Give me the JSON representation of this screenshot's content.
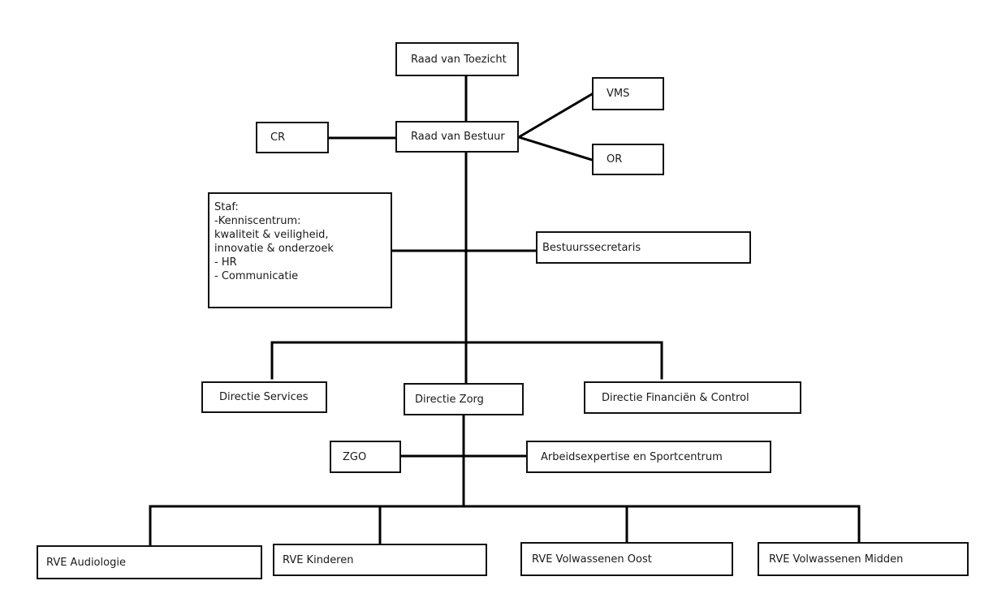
{
  "diagram": {
    "type": "organization-chart",
    "nodes": [
      {
        "id": "rvt",
        "label": "Raad van Toezicht"
      },
      {
        "id": "rvb",
        "label": "Raad van Bestuur"
      },
      {
        "id": "cr",
        "label": "CR"
      },
      {
        "id": "vms",
        "label": "VMS"
      },
      {
        "id": "or",
        "label": "OR"
      },
      {
        "id": "staf",
        "label": "Staf:",
        "lines": [
          "Staf:",
          "-Kenniscentrum:",
          "kwaliteit & veiligheid,",
          "innovatie & onderzoek",
          "- HR",
          "- Communicatie"
        ]
      },
      {
        "id": "bs",
        "label": "Bestuurssecretaris"
      },
      {
        "id": "ds",
        "label": "Directie Services"
      },
      {
        "id": "dz",
        "label": "Directie Zorg"
      },
      {
        "id": "dfc",
        "label": "Directie Financiën & Control"
      },
      {
        "id": "zgo",
        "label": "ZGO"
      },
      {
        "id": "aes",
        "label": "Arbeidsexpertise en Sportcentrum"
      },
      {
        "id": "rve1",
        "label": "RVE Audiologie"
      },
      {
        "id": "rve2",
        "label": "RVE Kinderen"
      },
      {
        "id": "rve3",
        "label": "RVE Volwassenen Oost"
      },
      {
        "id": "rve4",
        "label": "RVE Volwassenen Midden"
      }
    ],
    "edges": [
      {
        "from": "rvt",
        "to": "rvb"
      },
      {
        "from": "rvb",
        "to": "cr"
      },
      {
        "from": "rvb",
        "to": "vms"
      },
      {
        "from": "rvb",
        "to": "or"
      },
      {
        "from": "rvb",
        "to": "staf"
      },
      {
        "from": "rvb",
        "to": "bs"
      },
      {
        "from": "rvb",
        "to": "ds"
      },
      {
        "from": "rvb",
        "to": "dz"
      },
      {
        "from": "rvb",
        "to": "dfc"
      },
      {
        "from": "dz",
        "to": "zgo"
      },
      {
        "from": "dz",
        "to": "aes"
      },
      {
        "from": "dz",
        "to": "rve1"
      },
      {
        "from": "dz",
        "to": "rve2"
      },
      {
        "from": "dz",
        "to": "rve3"
      },
      {
        "from": "dz",
        "to": "rve4"
      }
    ]
  }
}
